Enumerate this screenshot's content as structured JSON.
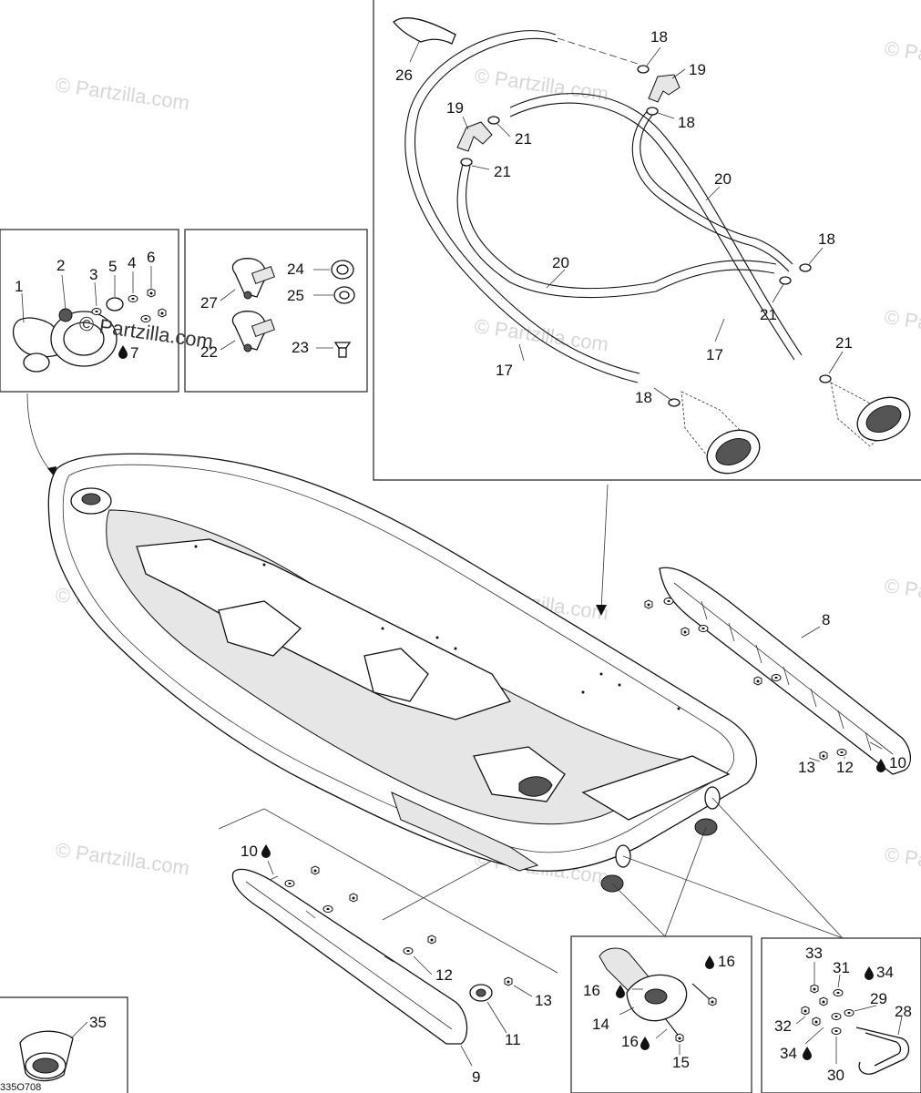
{
  "diagram": {
    "watermark_text": "© Partzilla.com",
    "reference_code": "335O708",
    "callouts": {
      "c1": "1",
      "c2": "2",
      "c3": "3",
      "c4": "4",
      "c5": "5",
      "c6": "6",
      "c7": "7",
      "c8": "8",
      "c9": "9",
      "c10a": "10",
      "c10b": "10",
      "c11": "11",
      "c12a": "12",
      "c12b": "12",
      "c13a": "13",
      "c13b": "13",
      "c14": "14",
      "c15": "15",
      "c16a": "16",
      "c16b": "16",
      "c16c": "16",
      "c17a": "17",
      "c17b": "17",
      "c18a": "18",
      "c18b": "18",
      "c18c": "18",
      "c18d": "18",
      "c19a": "19",
      "c19b": "19",
      "c20a": "20",
      "c20b": "20",
      "c21a": "21",
      "c21b": "21",
      "c21c": "21",
      "c21d": "21",
      "c22": "22",
      "c23": "23",
      "c24": "24",
      "c25": "25",
      "c26": "26",
      "c27": "27",
      "c28": "28",
      "c29": "29",
      "c30": "30",
      "c31": "31",
      "c32": "32",
      "c33": "33",
      "c34a": "34",
      "c34b": "34",
      "c35": "35"
    }
  }
}
